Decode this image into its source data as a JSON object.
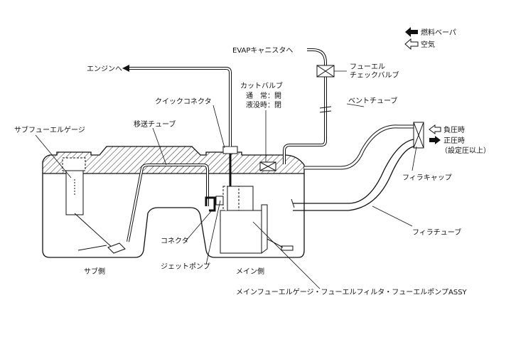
{
  "legend": {
    "fuel_vapor": "燃料ベーパ",
    "air": "空気"
  },
  "labels": {
    "evap_canister": "EVAPキャニスタへ",
    "to_engine": "エンジンへ",
    "fuel_check_valve_1": "フューエル",
    "fuel_check_valve_2": "チェックバルブ",
    "cut_valve": "カットバルブ",
    "cut_valve_normal": "通　常：開",
    "cut_valve_submerged": "液没時：閉",
    "quick_connector": "クイックコネクタ",
    "vent_tube": "ベントチューブ",
    "sub_fuel_gauge": "サブフューエルゲージ",
    "transfer_tube": "移送チューブ",
    "negative_pressure": "負圧時",
    "positive_pressure": "正圧時",
    "set_pressure": "（設定圧以上）",
    "filler_cap": "フィラキャップ",
    "connector": "コネクタ",
    "filler_tube": "フィラチューブ",
    "jet_pump": "ジェットポンプ",
    "sub_side": "サブ側",
    "main_side": "メイン側",
    "assy": "メインフューエルゲージ・フューエルフィルタ・フューエルポンプASSY"
  }
}
